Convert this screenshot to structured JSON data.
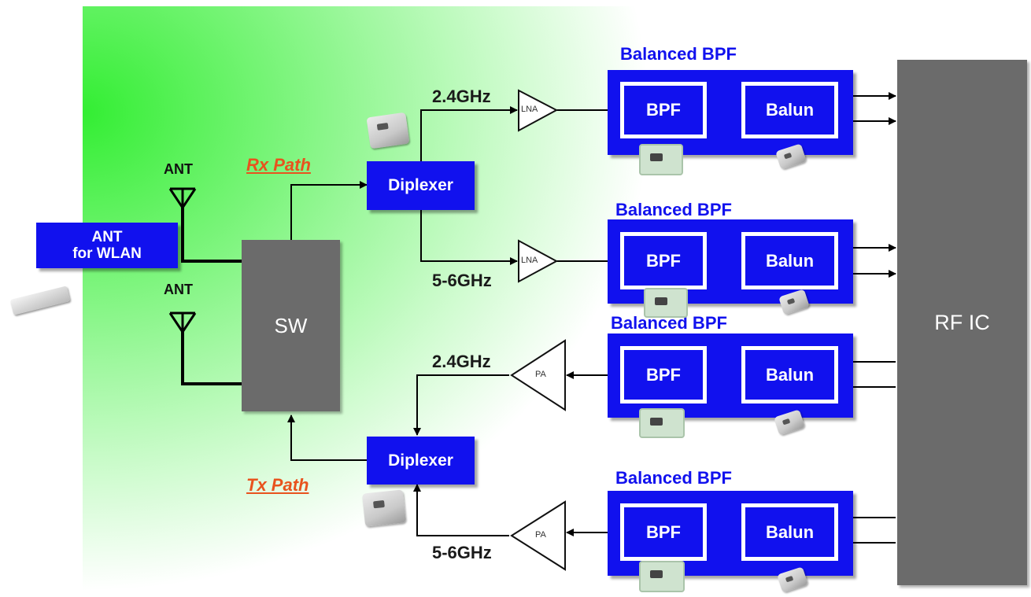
{
  "labels": {
    "ant_top": "ANT",
    "ant_bottom": "ANT",
    "ant_wlan_line1": "ANT",
    "ant_wlan_line2": "for WLAN",
    "sw": "SW",
    "rx_path": "Rx Path",
    "tx_path": "Tx Path",
    "diplexer": "Diplexer",
    "rf_ic": "RF IC",
    "freq_24": "2.4GHz",
    "freq_56": "5-6GHz",
    "lna": "LNA",
    "pa": "PA",
    "balanced_bpf": "Balanced BPF",
    "bpf": "BPF",
    "balun": "Balun"
  },
  "colors": {
    "block_blue": "#1111ee",
    "gray_block": "#6b6b6b",
    "path_label": "#e8531e",
    "background_green": "#33ee33"
  },
  "icons": [
    "antenna-icon",
    "lna-amplifier-icon",
    "pa-amplifier-icon",
    "component-chip-image",
    "pcb-module-image"
  ]
}
